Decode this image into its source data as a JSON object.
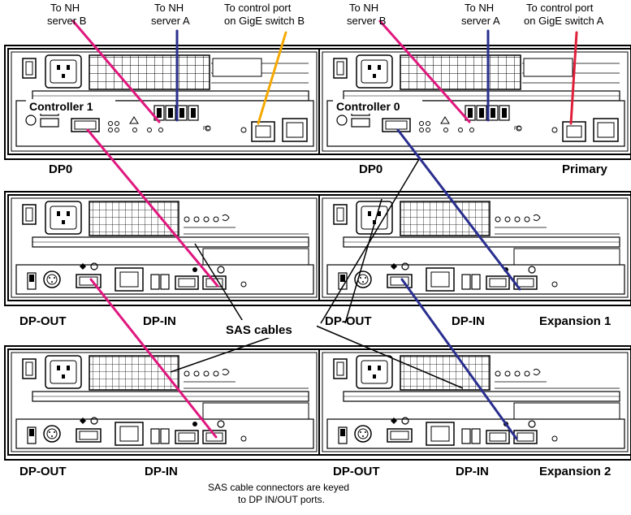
{
  "top_labels": {
    "nh_server_b_left": [
      "To NH",
      "server B"
    ],
    "nh_server_a_left": [
      "To NH",
      "server A"
    ],
    "control_port_b": [
      "To control port",
      "on GigE switch B"
    ],
    "nh_server_b_right": [
      "To NH",
      "server B"
    ],
    "nh_server_a_right": [
      "To NH",
      "server A"
    ],
    "control_port_a": [
      "To control port",
      "on GigE switch A"
    ]
  },
  "controllers": {
    "left": "Controller 1",
    "right": "Controller 0"
  },
  "port_labels": {
    "dp0": "DP0",
    "dp_out": "DP-OUT",
    "dp_in": "DP-IN",
    "fc": "FC"
  },
  "enclosure_labels": {
    "primary": "Primary",
    "expansion1": "Expansion 1",
    "expansion2": "Expansion 2"
  },
  "center_label": "SAS cables",
  "footnote": [
    "SAS cable connectors are keyed",
    "to DP IN/OUT ports."
  ],
  "colors": {
    "magenta": "#e0177e",
    "navy": "#2a2f8f",
    "orange": "#f5a800",
    "red": "#e0203a"
  }
}
